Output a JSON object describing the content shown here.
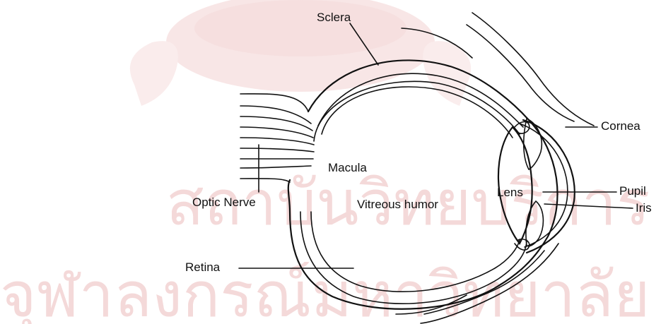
{
  "diagram": {
    "labels": {
      "sclera": "Sclera",
      "cornea": "Cornea",
      "pupil": "Pupil",
      "iris": "Iris",
      "macula": "Macula",
      "lens": "Lens",
      "optic_nerve": "Optic Nerve",
      "vitreous_humor": "Vitreous humor",
      "retina": "Retina"
    },
    "watermark": {
      "line1": "สถาบันวิทยบริการ",
      "line2": "จุฬาลงกรณ์มหาวิทยาลัย"
    },
    "colors": {
      "ink": "#111111",
      "watermark": "#f4d9d9",
      "background": "#ffffff"
    }
  }
}
